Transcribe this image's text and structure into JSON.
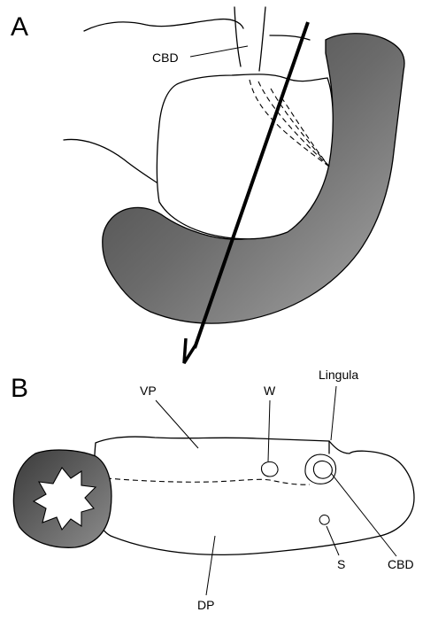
{
  "panels": {
    "a": {
      "letter": "A",
      "labels": {
        "cbd": "CBD"
      }
    },
    "b": {
      "letter": "B",
      "labels": {
        "vp": "VP",
        "w": "W",
        "lingula": "Lingula",
        "cbd": "CBD",
        "s": "S",
        "dp": "DP"
      }
    }
  },
  "colors": {
    "duodenum_light": "#9a9a9a",
    "duodenum_dark": "#4e4e4e",
    "outline": "#000000",
    "background": "#ffffff"
  }
}
